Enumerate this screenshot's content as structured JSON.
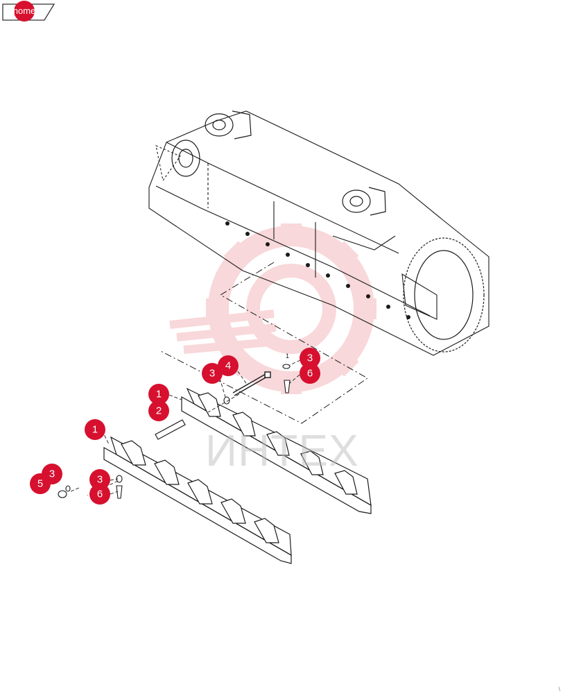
{
  "nav": {
    "home_label": "home"
  },
  "watermark": {
    "text": "ИНТЕХ"
  },
  "callouts": [
    {
      "label": "1"
    },
    {
      "label": "2"
    },
    {
      "label": "1"
    },
    {
      "label": "3"
    },
    {
      "label": "4"
    },
    {
      "label": "3"
    },
    {
      "label": "6"
    },
    {
      "label": "3"
    },
    {
      "label": "5"
    },
    {
      "label": "3"
    },
    {
      "label": "6"
    }
  ],
  "small_labels": {
    "ref_1": "1"
  },
  "colors": {
    "callout": "#d6102e",
    "line": "#1a1a1a",
    "watermark": "#f4b9bd"
  },
  "icons": {
    "home": "home-tab-shape",
    "watermark": "gear-logo-icon"
  },
  "corner_mark": "\\"
}
